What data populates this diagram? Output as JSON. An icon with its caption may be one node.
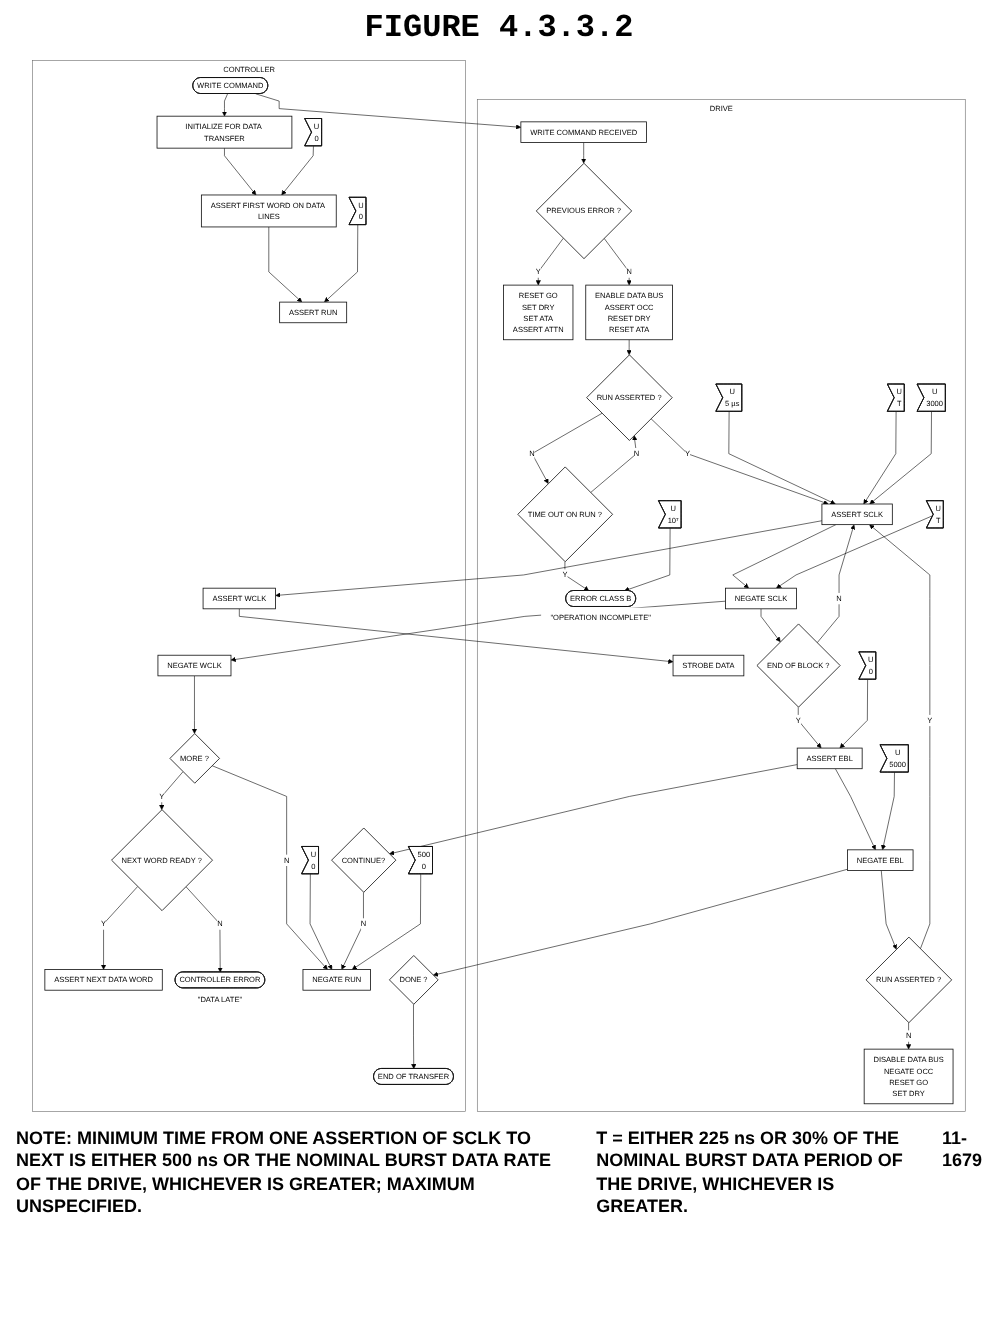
{
  "diagram": {
    "title": "FIGURE 4.3.3.2",
    "nodes": [
      {
        "text": [
          "CONTROLLER"
        ]
      },
      {
        "text": [
          "DRIVE"
        ]
      },
      {
        "text": [
          "WRITE COMMAND"
        ],
        "in": 0
      },
      {
        "text": [
          "WRITE COMMAND RECEIVED"
        ],
        "in": 1
      },
      {
        "text": [
          "INITIALIZE FOR DATA TRANSFER"
        ],
        "in": 0
      },
      {
        "text": [
          "U",
          "0"
        ],
        "in": 0
      },
      {
        "text": [
          "RESET GO",
          "SET DRY",
          "SET ATA",
          "ASSERT ATTN"
        ],
        "in": 1
      },
      {
        "text": [
          "PREVIOUS ERROR ?"
        ],
        "in": 1
      },
      {
        "text": [
          "ASSERT FIRST WORD ON DATA LINES"
        ],
        "in": 0
      },
      {
        "text": [
          "U",
          "0"
        ],
        "in": 0
      },
      {
        "text": [
          "ENABLE DATA BUS",
          "ASSERT OCC",
          "RESET DRY",
          "RESET ATA"
        ],
        "in": 1
      },
      {
        "text": [
          "ASSERT RUN"
        ],
        "in": 0
      },
      {
        "text": [
          "U",
          "10⁷"
        ],
        "in": 1
      },
      {
        "text": [
          "RUN ASSERTED ?"
        ],
        "in": 1
      },
      {
        "text": [
          "TIME OUT ON RUN ?"
        ],
        "in": 1
      },
      {
        "text": [
          "ERROR CLASS B"
        ],
        "beside": [
          "\"OPERATION INCOMPLETE\""
        ],
        "in": 1
      },
      {
        "text": [
          "U",
          "5 µs"
        ],
        "in": 1
      },
      {
        "text": [
          "ASSERT SCLK"
        ],
        "in": 1
      },
      {
        "text": [
          "U",
          "T"
        ],
        "in": 1
      },
      {
        "text": [
          "ASSERT WCLK"
        ],
        "in": 0
      },
      {
        "text": [
          "NEGATE SCLK"
        ],
        "in": 1
      },
      {
        "text": [
          "STROBE DATA"
        ],
        "in": 1
      },
      {
        "text": [
          "U",
          "T"
        ],
        "in": 1
      },
      {
        "text": [
          "END OF BLOCK ?"
        ],
        "in": 1
      },
      {
        "text": [
          "NEGATE WCLK"
        ],
        "in": 0
      },
      {
        "text": [
          "U",
          "0"
        ],
        "in": 1
      },
      {
        "text": [
          "ASSERT EBL"
        ],
        "in": 1
      },
      {
        "text": [
          "U",
          "0"
        ],
        "in": 0
      },
      {
        "text": [
          "CONTINUE?"
        ],
        "in": 0
      },
      {
        "text": [
          "U",
          "5000"
        ],
        "in": 1
      },
      {
        "text": [
          "500",
          "0"
        ],
        "in": 0
      },
      {
        "text": [
          "MORE ?"
        ],
        "in": 0
      },
      {
        "text": [
          "NEGATE EBL"
        ],
        "in": 1
      },
      {
        "text": [
          "NEGATE RUN"
        ],
        "in": 0
      },
      {
        "text": [
          "NEXT WORD READY ?"
        ],
        "in": 0
      },
      {
        "text": [
          "ASSERT NEXT DATA WORD"
        ],
        "in": 0
      },
      {
        "text": [
          "CONTROLLER ERROR"
        ],
        "beside": [
          "\"DATA LATE\""
        ],
        "in": 0
      },
      {
        "text": [
          "U",
          "3000"
        ],
        "in": 1
      },
      {
        "text": [
          "RUN ASSERTED ?"
        ],
        "in": 1
      },
      {
        "text": [
          "DONE ?"
        ],
        "in": 0
      },
      {
        "text": [
          "END OF TRANSFER"
        ],
        "in": 0
      },
      {
        "text": [
          "DISABLE DATA BUS",
          "NEGATE OCC",
          "RESET GO",
          "SET DRY"
        ],
        "in": 1
      }
    ],
    "edges": [
      {
        "from": 2,
        "to": 3,
        "arrow": "to"
      },
      {
        "from": 2,
        "to": 4,
        "arrow": "to"
      },
      {
        "from": 4,
        "to": 8,
        "arrow": "to"
      },
      {
        "from": 5,
        "to": 8,
        "arrow": "to"
      },
      {
        "from": 8,
        "to": 11,
        "arrow": "to"
      },
      {
        "from": 9,
        "to": 11,
        "arrow": "to"
      },
      {
        "from": 3,
        "to": 7,
        "arrow": "to"
      },
      {
        "from": 7,
        "to": 6,
        "arrow": "to",
        "label": "Y"
      },
      {
        "from": 7,
        "to": 10,
        "arrow": "to",
        "label": "N"
      },
      {
        "from": 10,
        "to": 13,
        "arrow": "to"
      },
      {
        "from": 13,
        "to": 14,
        "arrow": "to",
        "label": "N"
      },
      {
        "from": 14,
        "to": 13,
        "arrow": "to",
        "label": "N"
      },
      {
        "from": 14,
        "to": 15,
        "arrow": "to",
        "label": "Y"
      },
      {
        "from": 12,
        "to": 15,
        "arrow": "to"
      },
      {
        "from": 13,
        "to": 17,
        "arrow": "to",
        "label": "Y"
      },
      {
        "from": 16,
        "to": 17,
        "arrow": "to"
      },
      {
        "from": 17,
        "to": 19,
        "arrow": "to"
      },
      {
        "from": 17,
        "to": 20,
        "arrow": "to"
      },
      {
        "from": 18,
        "to": 20,
        "arrow": "to"
      },
      {
        "from": 19,
        "to": 21,
        "arrow": "to"
      },
      {
        "from": 20,
        "to": 24,
        "arrow": "to"
      },
      {
        "from": 20,
        "to": 23,
        "arrow": "to"
      },
      {
        "from": 23,
        "to": 17,
        "arrow": "to",
        "label": "N"
      },
      {
        "from": 22,
        "to": 17,
        "arrow": "to"
      },
      {
        "from": 23,
        "to": 26,
        "arrow": "to",
        "label": "Y"
      },
      {
        "from": 25,
        "to": 26,
        "arrow": "to"
      },
      {
        "from": 26,
        "to": 28,
        "arrow": "to"
      },
      {
        "from": 26,
        "to": 32,
        "arrow": "to"
      },
      {
        "from": 29,
        "to": 32,
        "arrow": "to"
      },
      {
        "from": 24,
        "to": 31,
        "arrow": "to"
      },
      {
        "from": 31,
        "to": 33,
        "arrow": "to",
        "label": "N"
      },
      {
        "from": 27,
        "to": 33,
        "arrow": "to"
      },
      {
        "from": 28,
        "to": 33,
        "arrow": "to",
        "label": "N"
      },
      {
        "from": 30,
        "to": 33,
        "arrow": "to"
      },
      {
        "from": 31,
        "to": 34,
        "arrow": "to",
        "label": "Y"
      },
      {
        "from": 34,
        "to": 35,
        "arrow": "to",
        "label": "Y"
      },
      {
        "from": 34,
        "to": 36,
        "arrow": "to",
        "label": "N"
      },
      {
        "from": 32,
        "to": 38,
        "arrow": "to"
      },
      {
        "from": 32,
        "to": 39,
        "arrow": "to"
      },
      {
        "from": 38,
        "to": 17,
        "arrow": "to",
        "label": "Y"
      },
      {
        "from": 37,
        "to": 17,
        "arrow": "to"
      },
      {
        "from": 38,
        "to": 41,
        "arrow": "to",
        "label": "N"
      },
      {
        "from": 39,
        "to": 40,
        "arrow": "to"
      }
    ],
    "labels": [
      "NOTE: MINIMUM TIME FROM ONE ASSERTION OF SCLK TO NEXT IS EITHER 500 ns OR THE NOMINAL BURST DATA RATE OF THE DRIVE, WHICHEVER IS GREATER; MAXIMUM UNSPECIFIED.",
      "T = EITHER 225 ns OR 30% OF THE NOMINAL BURST DATA PERIOD OF THE DRIVE, WHICHEVER IS GREATER.",
      "11-1679"
    ]
  }
}
